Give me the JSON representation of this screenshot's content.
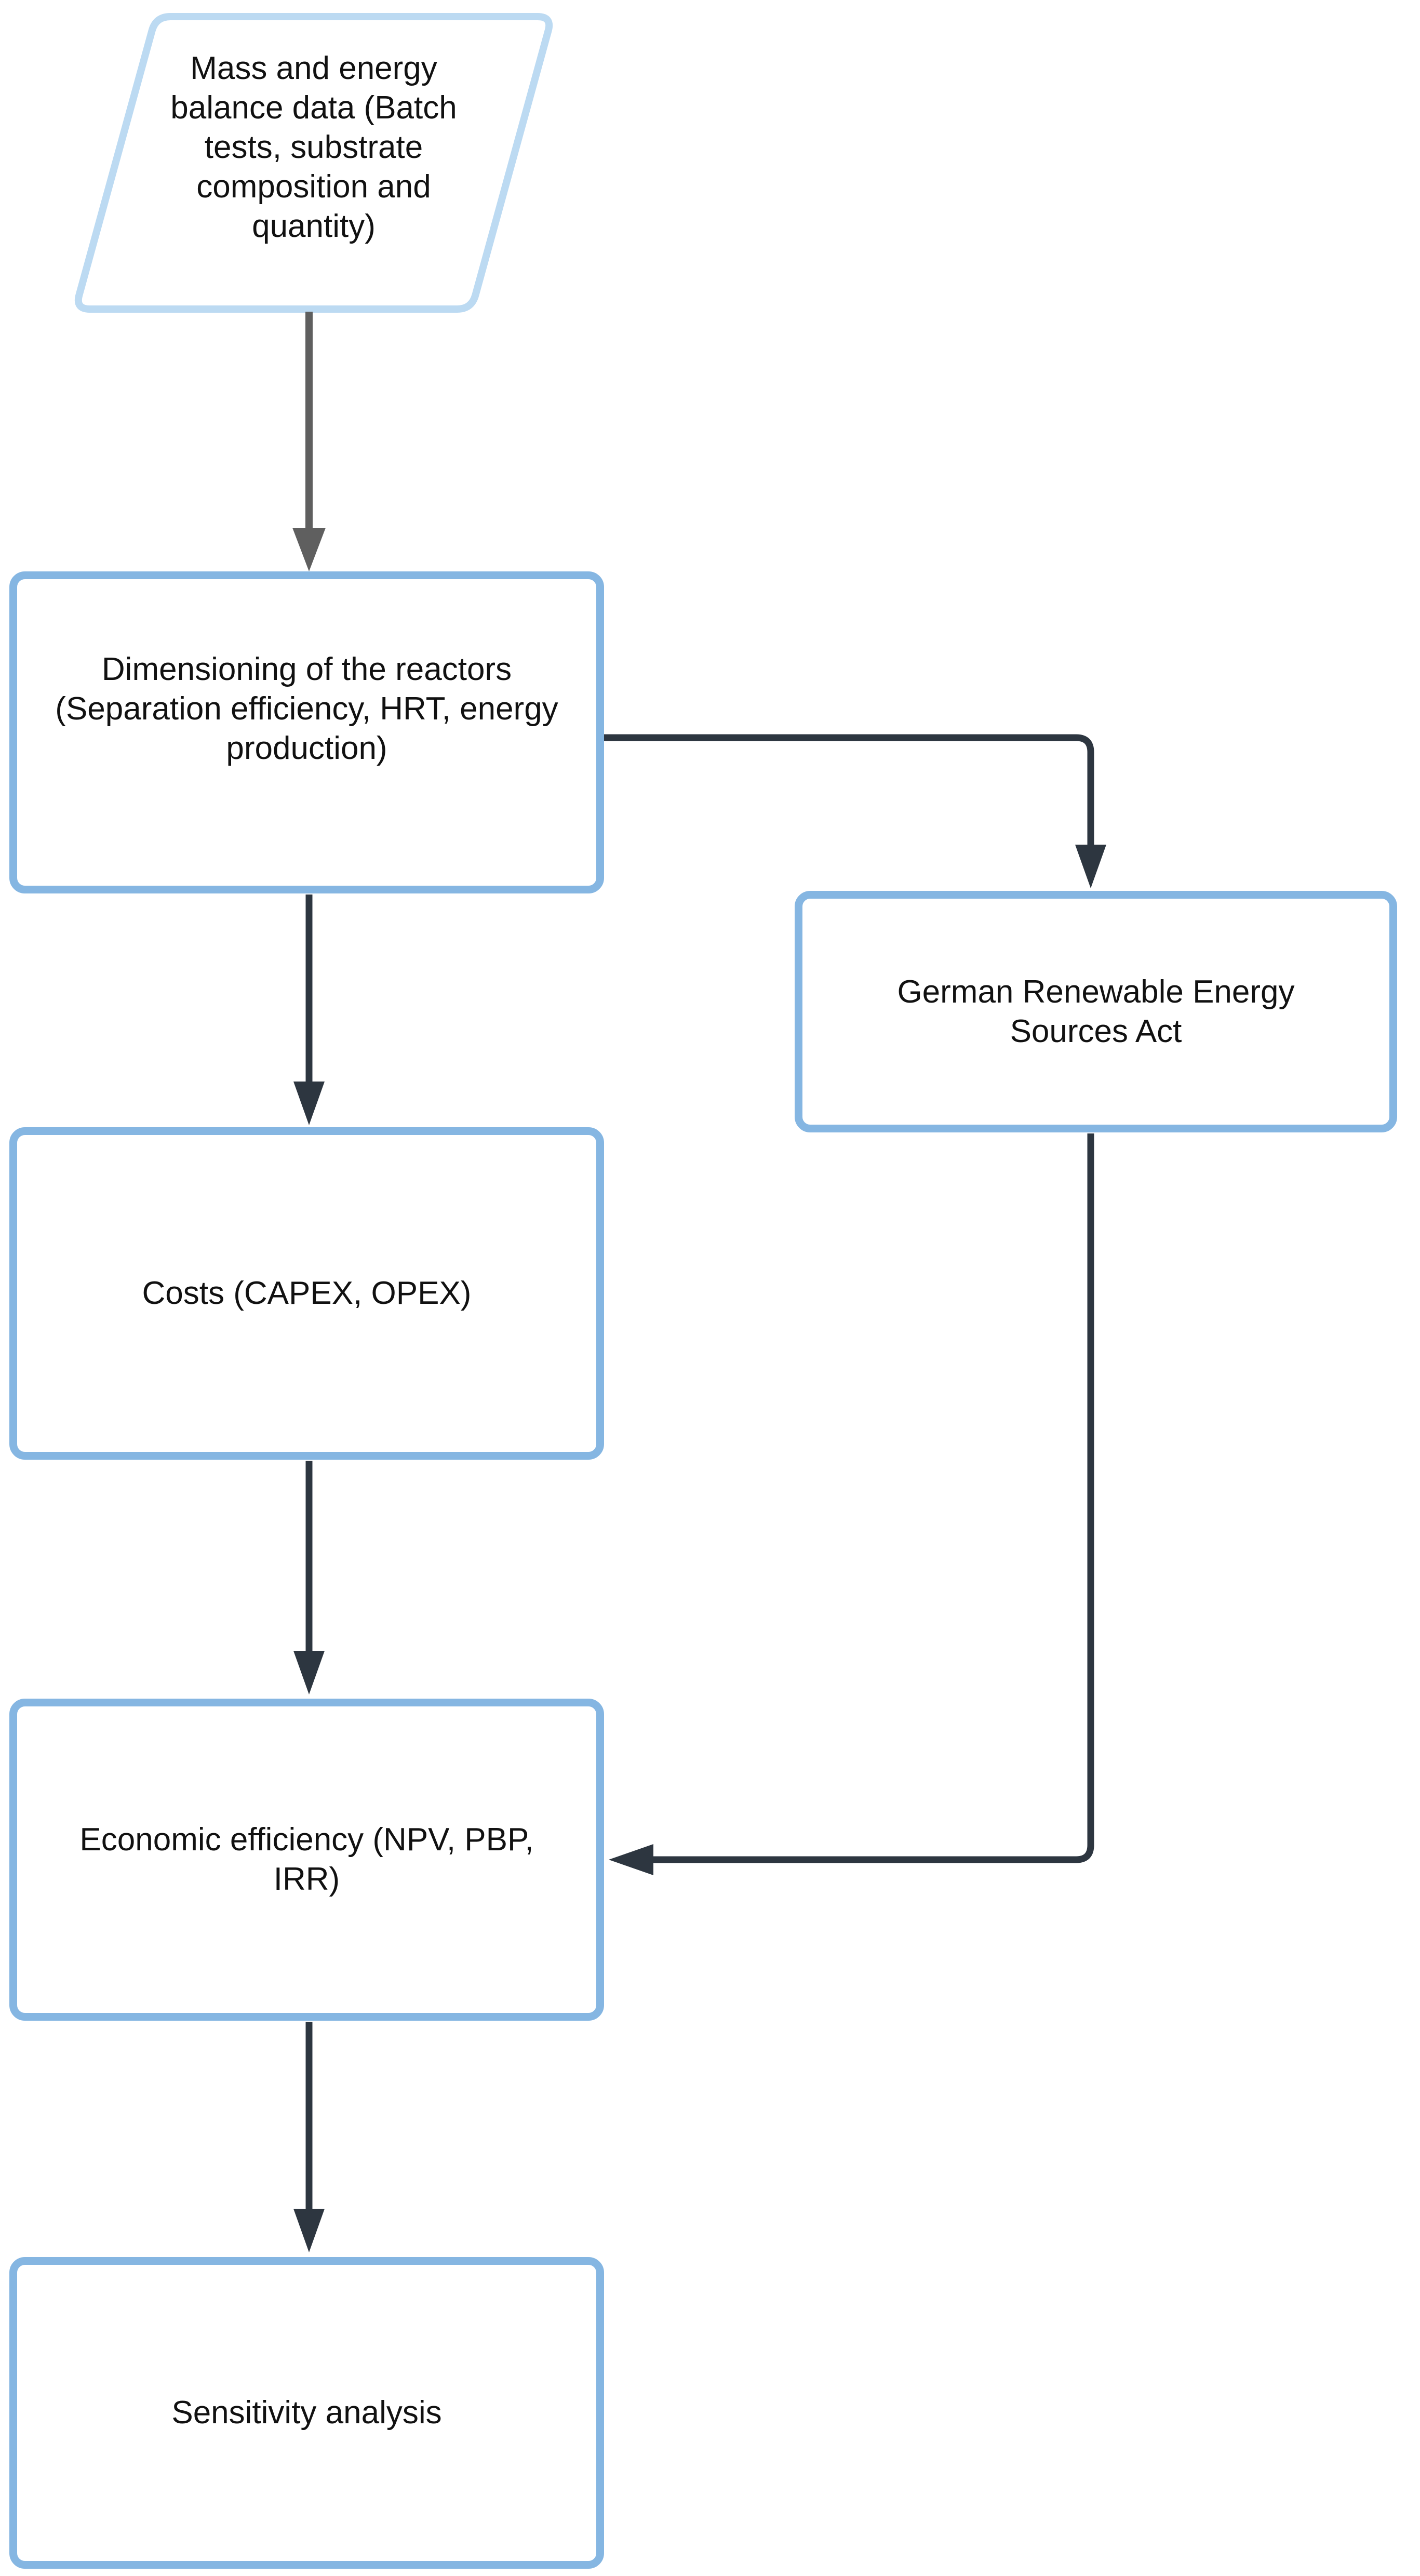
{
  "diagram": {
    "title": "Economic assessment flowchart",
    "colors": {
      "node_border": "#85b6e2",
      "data_node_border": "#bcdaf2",
      "connector": "#2d3640",
      "start_connector": "#5f5f5f",
      "text": "#111111",
      "background": "#ffffff"
    },
    "nodes": [
      {
        "id": "mass-energy-data",
        "shape": "parallelogram",
        "label": "Mass and energy\nbalance data (Batch\ntests, substrate\ncomposition and\nquantity)"
      },
      {
        "id": "dimensioning",
        "shape": "rectangle",
        "label": "Dimensioning of the reactors\n(Separation efficiency, HRT, energy\nproduction)"
      },
      {
        "id": "german-act",
        "shape": "rectangle",
        "label": "German Renewable Energy\nSources Act"
      },
      {
        "id": "costs",
        "shape": "rectangle",
        "label": "Costs (CAPEX, OPEX)"
      },
      {
        "id": "economic-efficiency",
        "shape": "rectangle",
        "label": "Economic efficiency (NPV, PBP,\nIRR)"
      },
      {
        "id": "sensitivity",
        "shape": "rectangle",
        "label": "Sensitivity analysis"
      }
    ],
    "edges": [
      {
        "from": "mass-energy-data",
        "to": "dimensioning",
        "color": "#5f5f5f"
      },
      {
        "from": "dimensioning",
        "to": "costs",
        "color": "#2d3640"
      },
      {
        "from": "dimensioning",
        "to": "german-act",
        "color": "#2d3640"
      },
      {
        "from": "german-act",
        "to": "economic-efficiency",
        "color": "#2d3640"
      },
      {
        "from": "costs",
        "to": "economic-efficiency",
        "color": "#2d3640"
      },
      {
        "from": "economic-efficiency",
        "to": "sensitivity",
        "color": "#2d3640"
      }
    ]
  }
}
